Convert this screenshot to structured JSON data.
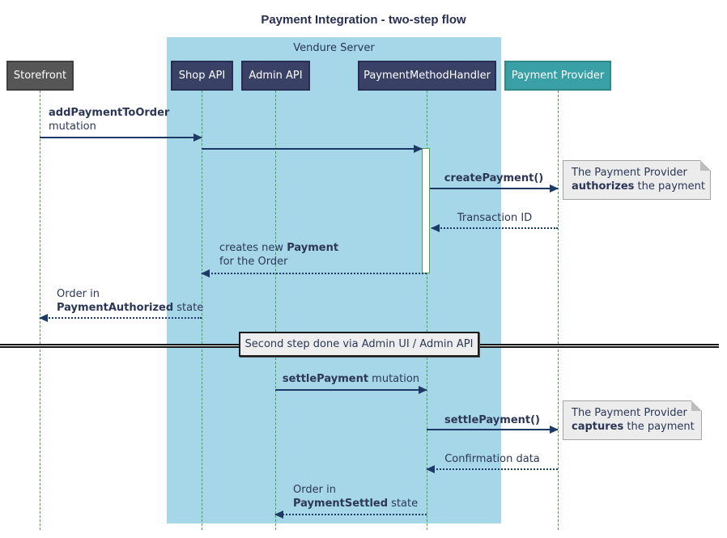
{
  "title": "Payment Integration - two-step flow",
  "server_group": {
    "label": "Vendure Server"
  },
  "participants": [
    {
      "id": "storefront",
      "label": "Storefront"
    },
    {
      "id": "shop-api",
      "label": "Shop API"
    },
    {
      "id": "admin-api",
      "label": "Admin API"
    },
    {
      "id": "payment-method-handler",
      "label": "PaymentMethodHandler"
    },
    {
      "id": "payment-provider",
      "label": "Payment Provider"
    }
  ],
  "messages": [
    {
      "bold": "addPaymentToOrder",
      "line2": "mutation",
      "style": "solid"
    },
    {
      "bold": "createPayment()",
      "style": "solid"
    },
    {
      "text": "Transaction ID",
      "style": "dotted"
    },
    {
      "pre": "creates new ",
      "bold": "Payment",
      "line2": "for the Order",
      "style": "dotted"
    },
    {
      "line1": "Order in",
      "bold": "PaymentAuthorized",
      "post": " state",
      "style": "dotted"
    },
    {
      "bold": "settlePayment",
      "post": " mutation",
      "style": "solid"
    },
    {
      "bold": "settlePayment()",
      "style": "solid"
    },
    {
      "text": "Confirmation data",
      "style": "dotted"
    },
    {
      "line1": "Order in",
      "bold": "PaymentSettled",
      "post": " state",
      "style": "dotted"
    }
  ],
  "notes": [
    {
      "line1": "The Payment Provider",
      "bold": "authorizes",
      "post": " the payment"
    },
    {
      "line1": "The Payment Provider",
      "bold": "captures",
      "post": " the payment"
    }
  ],
  "divider": {
    "label": "Second step done via Admin UI / Admin API"
  },
  "colors": {
    "server_group_bg": "#a6d7e8",
    "participant_navy": "#3a4166",
    "participant_gray": "#565656",
    "participant_teal": "#38a0a6",
    "lifeline_green": "#47a447",
    "arrow_navy": "#1d3a66",
    "note_bg": "#ececec"
  }
}
